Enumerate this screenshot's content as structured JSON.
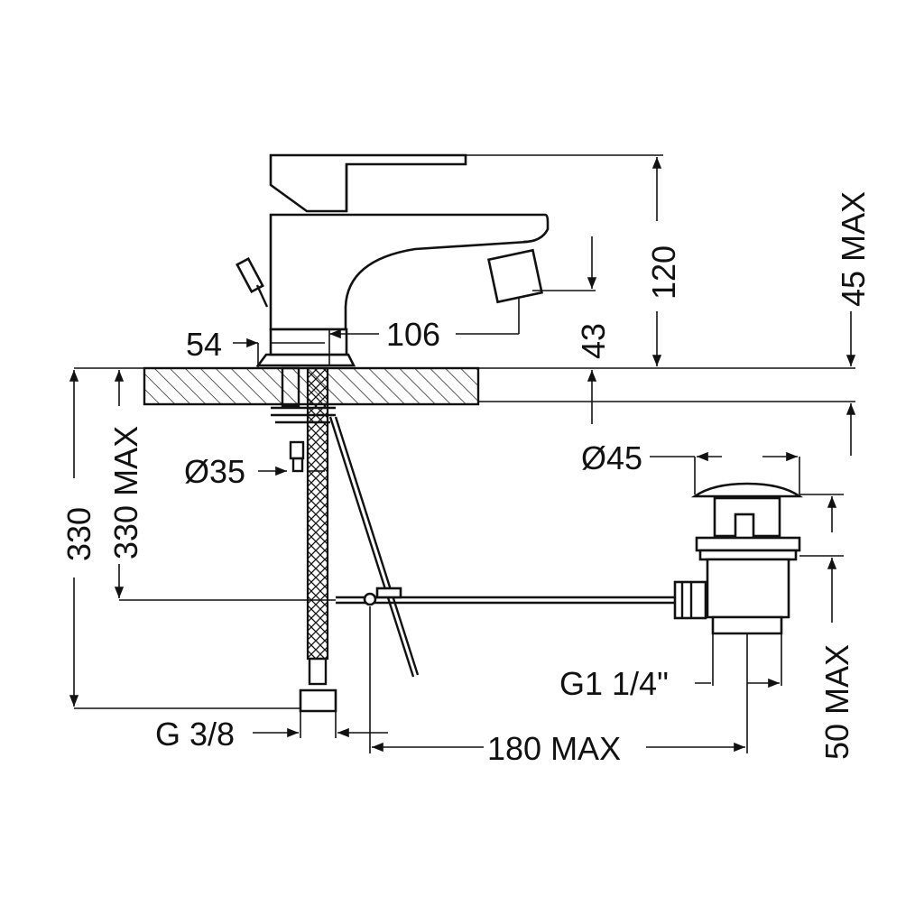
{
  "dimensions": {
    "d54": "54",
    "d106": "106",
    "d43": "43",
    "d120": "120",
    "d45max": "45 MAX",
    "d330": "330",
    "d330max": "330 MAX",
    "d35": "Ø35",
    "d45": "Ø45",
    "g114": "G1 1/4\"",
    "d50max": "50 MAX",
    "g38": "G 3/8",
    "d180max": "180 MAX"
  },
  "colors": {
    "line": "#111111",
    "background": "#ffffff"
  }
}
